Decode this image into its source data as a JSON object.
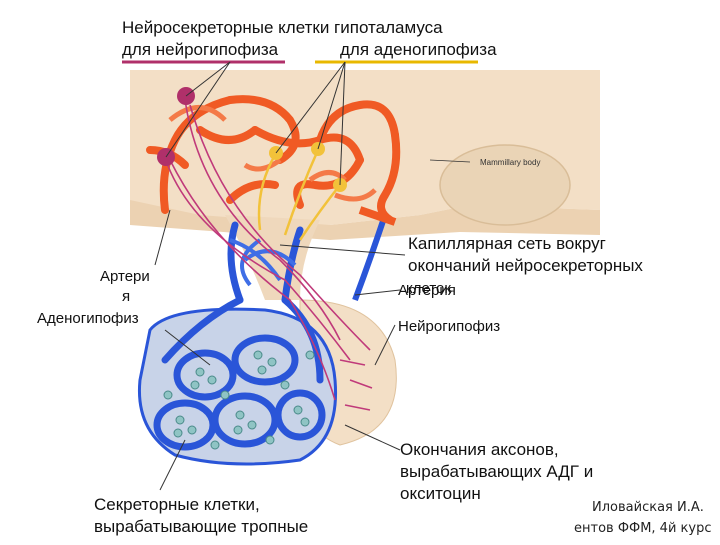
{
  "title_line1": "Нейросекреторные клетки гипоталамуса",
  "title_left": "для нейрогипофиза",
  "title_right": "для аденогипофиза",
  "mammillary_label": "Mammillary body",
  "label_artery_left_1": "Артери",
  "label_artery_left_2": "я",
  "label_adenohypophysis": "Аденогипофиз",
  "label_capillary_1": "Капиллярная сеть вокруг",
  "label_capillary_2": "окончаний нейросекреторных",
  "label_capillary_3": "клеток",
  "label_artery_right": "Артерия",
  "label_neurohypophysis": "Нейрогипофиз",
  "label_axon_1": "Окончания аксонов,",
  "label_axon_2": "вырабатывающих АДГ и",
  "label_axon_3": "окситоцин",
  "label_secretory_1": "Секреторные клетки,",
  "label_secretory_2": "вырабатывающие тропные",
  "credit_1": "Иловайская И.А.",
  "credit_2": "ентов ФФМ, 4й курс",
  "colors": {
    "underline_left": "#b0306a",
    "underline_right": "#e8b800",
    "artery": "#f05a24",
    "vein": "#2a55d8",
    "tissue": "#f3dfc6",
    "axon": "#c03a7a",
    "axon_yellow": "#f2c23a"
  }
}
